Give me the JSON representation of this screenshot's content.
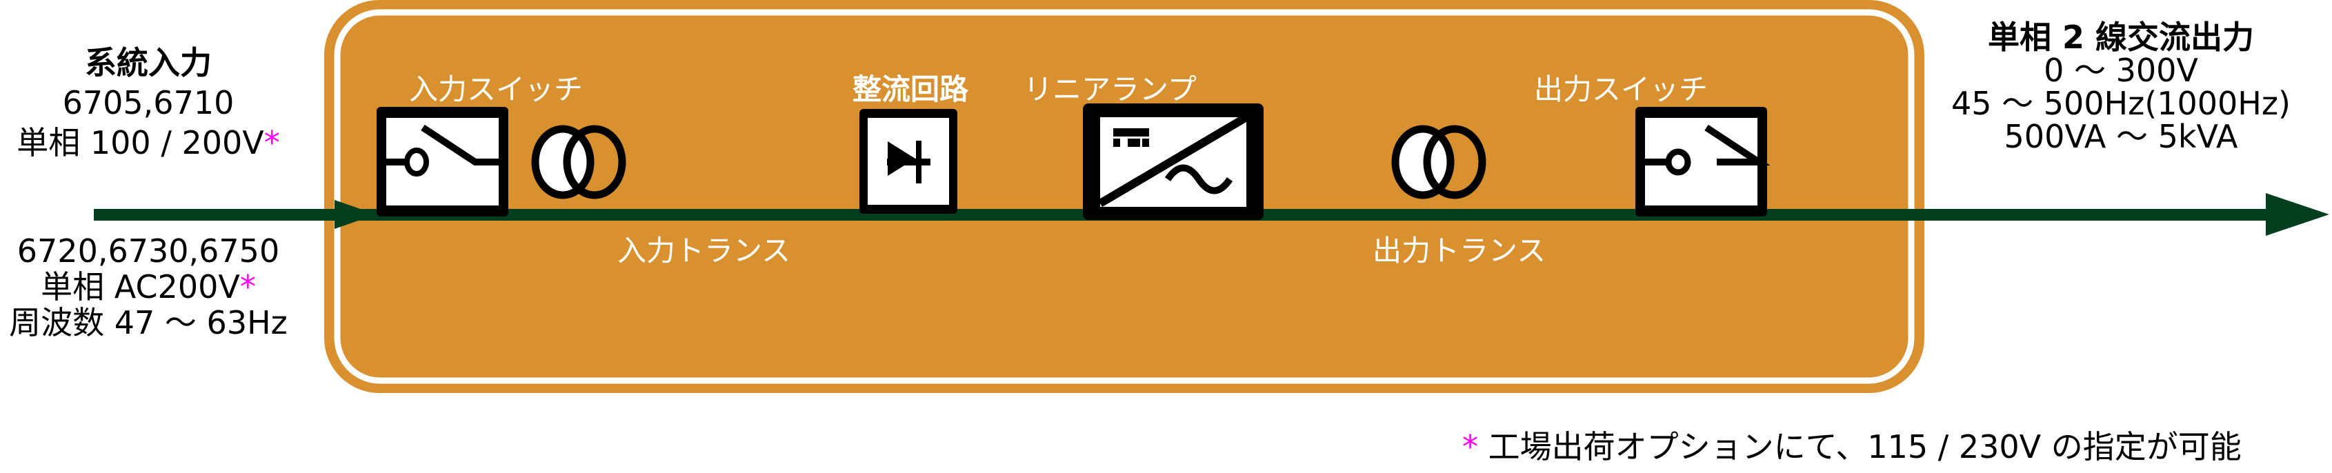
{
  "colors": {
    "panel_fill": "#D8912E",
    "panel_border_white": "#FFFFFF",
    "signal_line": "#013F1E",
    "component_stroke": "#000000",
    "component_fill": "#FFFFFF",
    "label_on_panel": "#FFFFFF",
    "asterisk": "#FF00FF"
  },
  "input": {
    "title": "系統入力",
    "group1": {
      "models": "6705,6710",
      "voltage": "単相 100 / 200V",
      "asterisk": "*"
    },
    "group2": {
      "models": "6720,6730,6750",
      "voltage": "単相 AC200V",
      "asterisk": "*",
      "frequency": "周波数 47 ～ 63Hz"
    }
  },
  "components": [
    {
      "id": "input-switch",
      "label": "入力スイッチ",
      "icon": "switch-icon"
    },
    {
      "id": "input-transformer",
      "label": "入力トランス",
      "icon": "transformer-icon"
    },
    {
      "id": "rectifier",
      "label": "整流回路",
      "icon": "diode-icon"
    },
    {
      "id": "linear-amp",
      "label": "リニアランプ",
      "icon": "dc-ac-converter-icon"
    },
    {
      "id": "output-transformer",
      "label": "出力トランス",
      "icon": "transformer-icon"
    },
    {
      "id": "output-switch",
      "label": "出力スイッチ",
      "icon": "switch-icon"
    }
  ],
  "output": {
    "title": "単相 2 線交流出力",
    "voltage": "0 ～ 300V",
    "frequency": "45 ～ 500Hz(1000Hz)",
    "capacity": "500VA ～ 5kVA"
  },
  "footnote": {
    "asterisk": "*",
    "text": " 工場出荷オプションにて、115 / 230V の指定が可能"
  }
}
